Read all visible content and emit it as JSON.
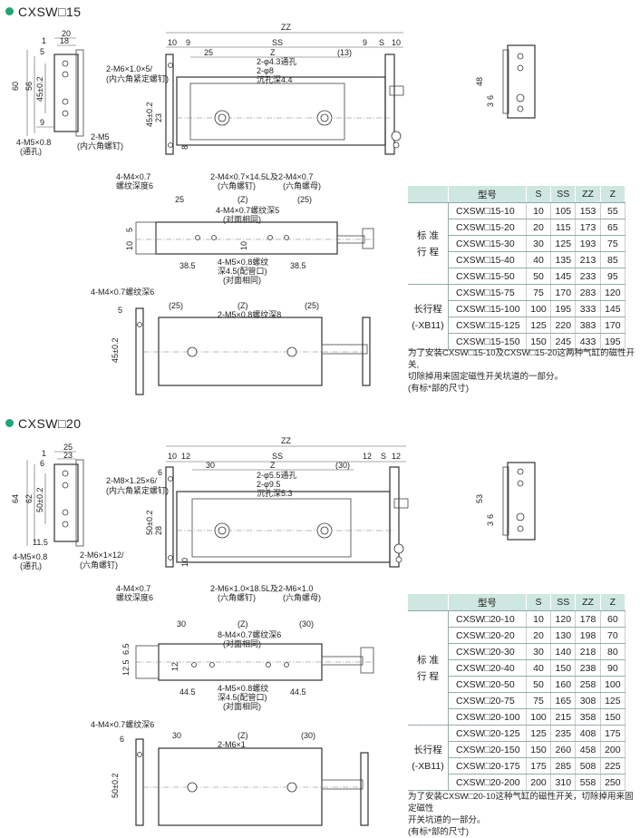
{
  "sections": [
    {
      "title": "CXSW□15",
      "table": {
        "headers": [
          "型号",
          "S",
          "SS",
          "ZZ",
          "Z"
        ],
        "groups": [
          {
            "label": "标 准 行 程",
            "rows": [
              [
                "CXSW□15-10",
                "10",
                "105",
                "153",
                "55"
              ],
              [
                "CXSW□15-20",
                "20",
                "115",
                "173",
                "65"
              ],
              [
                "CXSW□15-30",
                "30",
                "125",
                "193",
                "75"
              ],
              [
                "CXSW□15-40",
                "40",
                "135",
                "213",
                "85"
              ],
              [
                "CXSW□15-50",
                "50",
                "145",
                "233",
                "95"
              ]
            ]
          },
          {
            "label": "长行程 (-XB11)",
            "rows": [
              [
                "CXSW□15-75",
                "75",
                "170",
                "283",
                "120"
              ],
              [
                "CXSW□15-100",
                "100",
                "195",
                "333",
                "145"
              ],
              [
                "CXSW□15-125",
                "125",
                "220",
                "383",
                "170"
              ],
              [
                "CXSW□15-150",
                "150",
                "245",
                "433",
                "195"
              ]
            ]
          }
        ]
      },
      "note_lines": [
        "为了安装CXSW□15-10及CXSW□15-20这两种气缸的磁性开关,",
        "切除掉用来固定磁性开关坑道的一部分。",
        "(有标*部的尺寸)"
      ],
      "labels": {
        "zz": "ZZ",
        "ss": "SS",
        "z": "Z",
        "s": "S",
        "d10a": "10",
        "d9a": "9",
        "d9b": "9",
        "d10b": "10",
        "d25": "25",
        "d13": "(13)",
        "lock": "2-M6×1.0×5/",
        "lock2": "(内六角紧定螺钉)",
        "thru": "2-φ4.3通孔",
        "cb": "2-φ8",
        "cb2": "沉孔深4.4",
        "m5": "2-M5",
        "m5b": "(内六角螺钉)",
        "m5hole": "4-M5×0.8",
        "m5hole2": "(通孔)",
        "m4": "4-M4×0.7",
        "m4b": "螺纹深度6",
        "hexb": "2-M4×0.7×14.5L及2-M4×0.7",
        "hexb1": "(六角螺钉)",
        "hexb2": "(六角螺母)",
        "sd20": "20",
        "sd18": "18",
        "sd1": "1",
        "sd5": "5",
        "sd9": "9",
        "sd60": "60",
        "sd56": "56",
        "sd45": "45±0.2",
        "fd45": "45±0.2",
        "fd23": "23",
        "fd8": "8",
        "rd48": "48",
        "rd6": "6",
        "rd3": "3",
        "p25": "25",
        "pz": "(Z)",
        "p25b": "(25)",
        "pm4": "4-M4×0.7螺纹深5",
        "pm4b": "(对面相同)",
        "p5": "5",
        "p10": "10",
        "p10b": "10",
        "p385": "38.5",
        "p385b": "38.5",
        "pm5": "4-M5×0.8螺纹",
        "pm5b": "深4.5(配管口)",
        "pm5c": "(对面相同)",
        "bm4": "4-M4×0.7螺纹深6",
        "b25": "(25)",
        "bz": "(Z)",
        "b25b": "(25)",
        "bm5": "2-M5×0.8螺纹深8",
        "b5": "5",
        "b45": "45±0.2"
      }
    },
    {
      "title": "CXSW□20",
      "table": {
        "headers": [
          "型号",
          "S",
          "SS",
          "ZZ",
          "Z"
        ],
        "groups": [
          {
            "label": "标 准 行 程",
            "rows": [
              [
                "CXSW□20-10",
                "10",
                "120",
                "178",
                "60"
              ],
              [
                "CXSW□20-20",
                "20",
                "130",
                "198",
                "70"
              ],
              [
                "CXSW□20-30",
                "30",
                "140",
                "218",
                "80"
              ],
              [
                "CXSW□20-40",
                "40",
                "150",
                "238",
                "90"
              ],
              [
                "CXSW□20-50",
                "50",
                "160",
                "258",
                "100"
              ],
              [
                "CXSW□20-75",
                "75",
                "165",
                "308",
                "125"
              ],
              [
                "CXSW□20-100",
                "100",
                "215",
                "358",
                "150"
              ]
            ]
          },
          {
            "label": "长行程 (-XB11)",
            "rows": [
              [
                "CXSW□20-125",
                "125",
                "235",
                "408",
                "175"
              ],
              [
                "CXSW□20-150",
                "150",
                "260",
                "458",
                "200"
              ],
              [
                "CXSW□20-175",
                "175",
                "285",
                "508",
                "225"
              ],
              [
                "CXSW□20-200",
                "200",
                "310",
                "558",
                "250"
              ]
            ]
          }
        ]
      },
      "note_lines": [
        "为了安装CXSW□20-10这种气缸的磁性开关，切除掉用来固定磁性",
        "开关坑道的一部分。",
        "(有标*部的尺寸)"
      ],
      "labels": {
        "zz": "ZZ",
        "ss": "SS",
        "z": "Z",
        "s": "S",
        "d10a": "10",
        "d9a": "12",
        "d9b": "12",
        "d10b": "12",
        "d25": "30",
        "d13": "(30)",
        "lock": "2-M8×1.25×6/",
        "lock2": "(内六角紧定螺钉)",
        "thru": "2-φ5.5通孔",
        "cb": "2-φ9.5",
        "cb2": "沉孔深5.3",
        "m5": "2-M6×1×12/",
        "m5b": "(六角螺钉)",
        "m5hole": "4-M5×0.8",
        "m5hole2": "(通孔)",
        "m4": "4-M4×0.7",
        "m4b": "螺纹深度6",
        "hexb": "2-M6×1.0×18.5L及2-M6×1.0",
        "hexb1": "(六角螺钉)",
        "hexb2": "(六角螺母)",
        "sd20": "25",
        "sd18": "23",
        "sd1": "1",
        "sd5": "6",
        "sd9": "11.5",
        "sd60": "64",
        "sd56": "62",
        "sd45": "50±0.2",
        "fd45": "50±0.2",
        "fd23": "28",
        "fd8": "10",
        "rd48": "53",
        "rd6": "6",
        "rd3": "3",
        "p25": "30",
        "pz": "(Z)",
        "p25b": "(30)",
        "pm4": "8-M4×0.7螺纹深6",
        "pm4b": "(对面相同)",
        "p5": "6.5",
        "p10": "12.5",
        "p10b": "12",
        "p385": "44.5",
        "p385b": "44.5",
        "pm5": "4-M5×0.8螺纹",
        "pm5b": "深4.5(配管口)",
        "pm5c": "(对面相同)",
        "bm4": "4-M4×0.7螺纹深6",
        "b25": "30",
        "bz": "(Z)",
        "b25b": "(30)",
        "bm5": "2-M6×1",
        "b5": "6",
        "b45": "50±0.2"
      }
    }
  ]
}
